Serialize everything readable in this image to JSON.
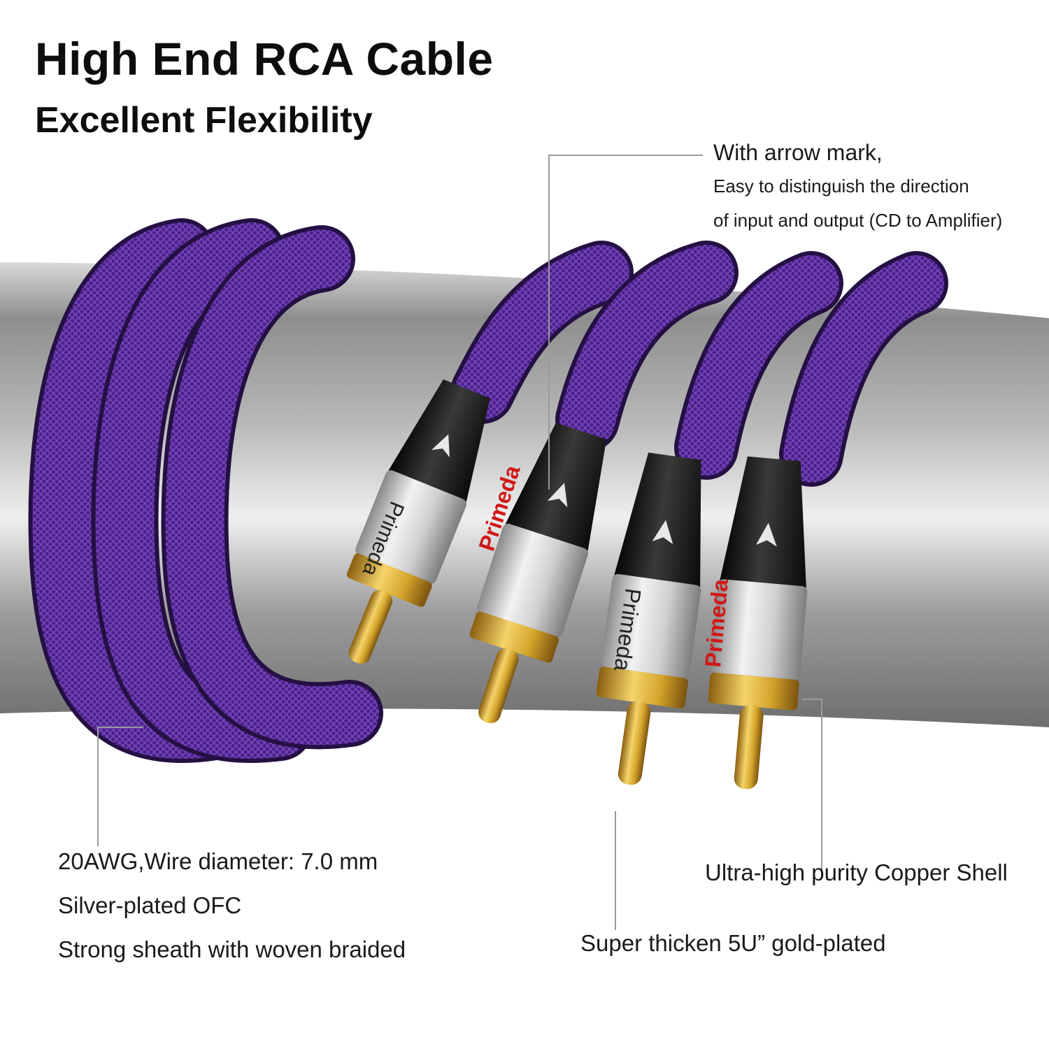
{
  "headline": {
    "title": "High End RCA Cable",
    "subtitle": "Excellent Flexibility"
  },
  "callouts": {
    "arrow_mark": {
      "heading": "With arrow mark,",
      "line1": "Easy to distinguish the direction",
      "line2": "of input and output (CD to Amplifier)"
    },
    "wire": {
      "line1": "20AWG,Wire diameter: 7.0 mm",
      "line2": "Silver-plated OFC",
      "line3": "Strong sheath with woven braided"
    },
    "copper_shell": "Ultra-high purity Copper Shell",
    "gold_plated": "Super thicken 5U” gold-plated"
  },
  "product": {
    "brand": "Primeda"
  },
  "colors": {
    "cable_purple": "#4a2089",
    "cable_dark": "#241043",
    "pipe_gray": "#a8a8a8",
    "connector_black": "#141414",
    "chrome": "#cfcfcf",
    "gold": "#d4a42a",
    "brand_red": "#d01818"
  }
}
